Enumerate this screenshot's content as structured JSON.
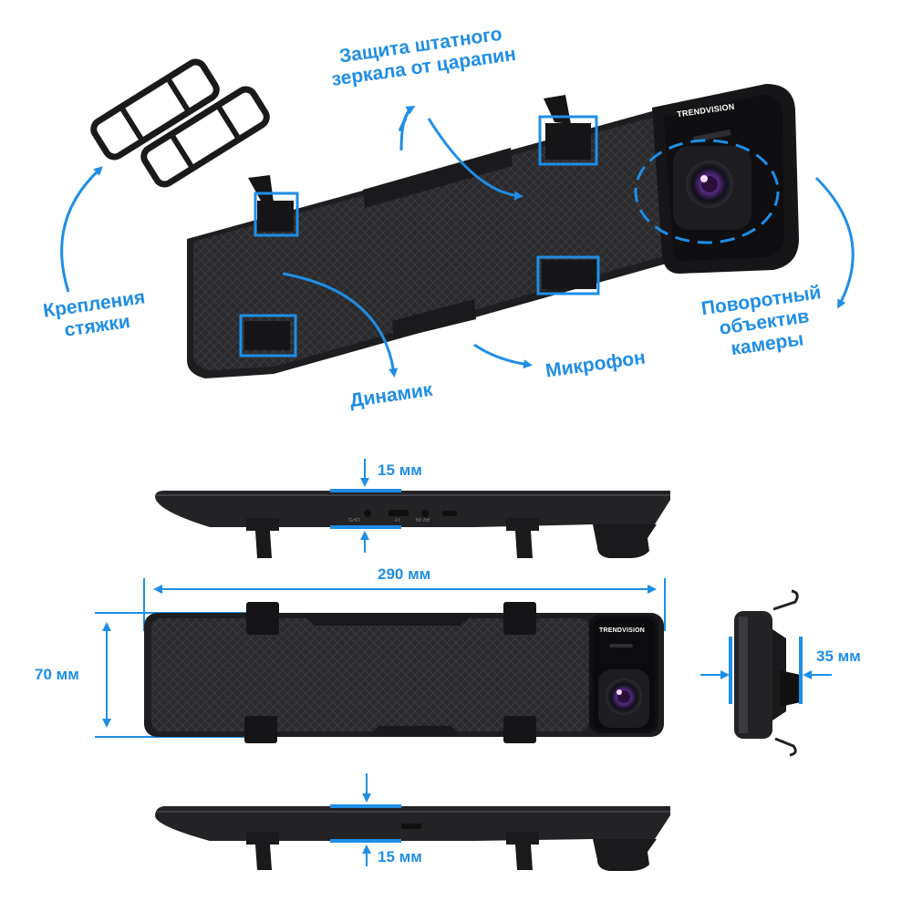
{
  "brand": "TRENDVISION",
  "labels": {
    "mirror_protection": "Защита штатного зеркала от царапин",
    "straps": "Крепления стяжки",
    "speaker": "Динамик",
    "microphone": "Микрофон",
    "rotating_lens": "Поворотный объектив камеры"
  },
  "dimensions": {
    "thickness_top": "15 мм",
    "length": "290 мм",
    "height": "70 мм",
    "depth": "35 мм",
    "thickness_bottom": "15 мм"
  },
  "port_labels": [
    "GPS",
    "TF",
    "AV IN"
  ],
  "colors": {
    "accent": "#1f8ee6",
    "device": "#2b2b2e",
    "device_dark": "#17171a"
  }
}
